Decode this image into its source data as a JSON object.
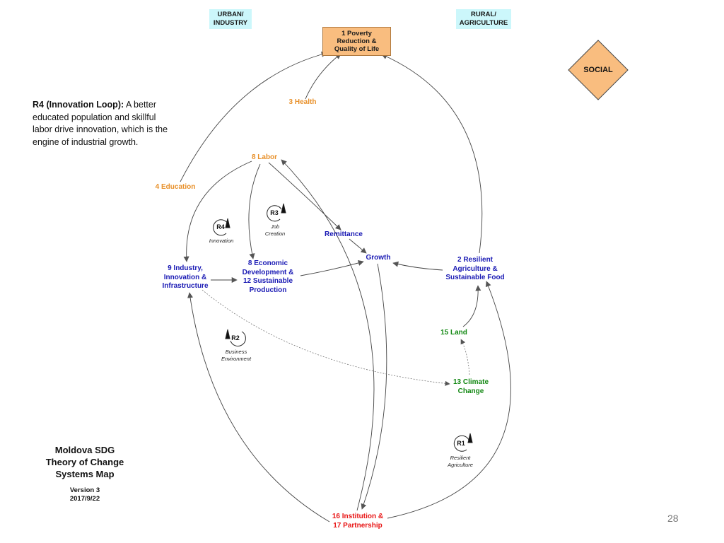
{
  "tags": {
    "urban": "URBAN/\nINDUSTRY",
    "rural": "RURAL/\nAGRICULTURE"
  },
  "social": {
    "label": "SOCIAL",
    "fill": "#f9bd7f"
  },
  "nodes": {
    "poverty": "1 Poverty\nReduction &\nQuality of Life",
    "health": "3 Health",
    "labor": "8 Labor",
    "education": "4 Education",
    "remittance": "Remittance",
    "growth": "Growth",
    "industry": "9 Industry,\nInnovation &\nInfrastructure",
    "economic": "8 Economic\nDevelopment &\n12 Sustainable\nProduction",
    "agriculture": "2 Resilient\nAgriculture &\nSustainable Food",
    "land": "15 Land",
    "climate": "13 Climate\nChange",
    "institution": "16 Institution &\n17 Partnership"
  },
  "loops": {
    "r1": {
      "label": "R1",
      "caption": "Resilient\nAgriculture"
    },
    "r2": {
      "label": "R2",
      "caption": "Business\nEnvironment"
    },
    "r3": {
      "label": "R3",
      "caption": "Job\nCreation"
    },
    "r4": {
      "label": "R4",
      "caption": "Innovation"
    }
  },
  "note": {
    "heading": "R4 (Innovation Loop):",
    "body": " A better educated population and skillful labor drive innovation, which is the engine of industrial growth."
  },
  "title": "Moldova SDG\nTheory of Change\nSystems Map",
  "version": "Version 3\n2017/9/22",
  "page_number": "28",
  "colors": {
    "tag_bg": "#ccf7fb",
    "orange": "#e8902a",
    "blue": "#1a1ab4",
    "green": "#128812",
    "red": "#e81414",
    "arrow": "#555555"
  }
}
